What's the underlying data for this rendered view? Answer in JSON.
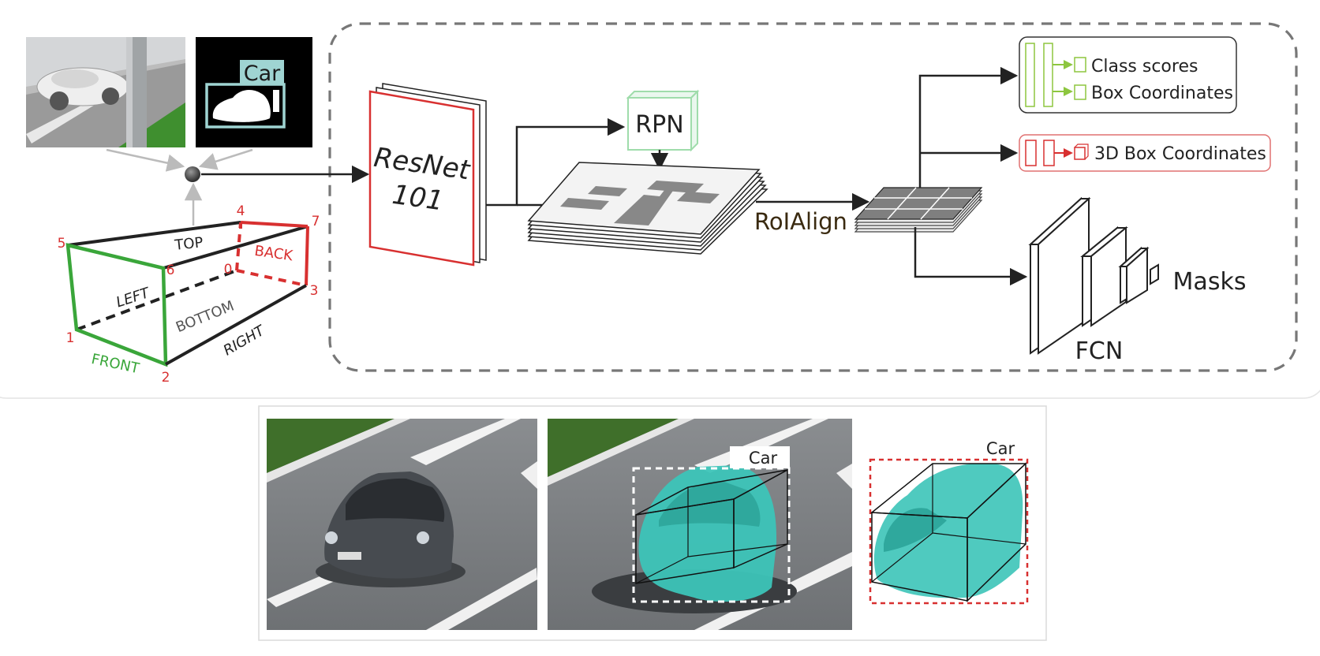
{
  "thumbnails": {
    "car_label": "Car"
  },
  "cuboid": {
    "faces": {
      "top": "TOP",
      "back": "BACK",
      "left": "LEFT",
      "bottom": "BOTTOM",
      "front": "FRONT",
      "right": "RIGHT"
    },
    "corners": [
      "0",
      "1",
      "2",
      "3",
      "4",
      "5",
      "6",
      "7"
    ]
  },
  "pipeline": {
    "backbone": {
      "line1": "ResNet",
      "line2": "101"
    },
    "rpn": "RPN",
    "roialign": "RoIAlign",
    "heads": {
      "class_scores": "Class scores",
      "box_coordinates": "Box Coordinates",
      "box3d_coordinates": "3D Box Coordinates"
    },
    "fcn": "FCN",
    "masks": "Masks"
  },
  "results": {
    "car_label_overlay": "Car",
    "car_label_mask": "Car"
  },
  "colors": {
    "green": "#3aa63a",
    "red": "#d83030",
    "teal": "#3cc4b8",
    "head_green": "#8dc63f",
    "dark": "#222222",
    "gray_dash": "#777777",
    "brown_text": "#3a2a10"
  }
}
